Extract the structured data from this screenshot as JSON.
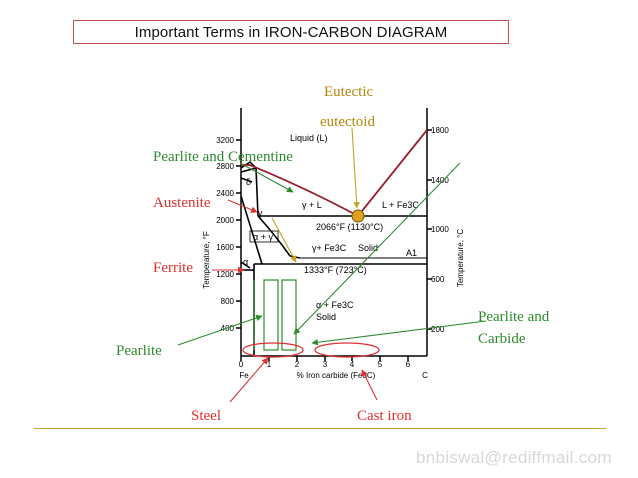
{
  "slide": {
    "title": "Important Terms in IRON-CARBON DIAGRAM",
    "email": "bnbiswal@rediffmail.com"
  },
  "colors": {
    "title_border": "#c0504d",
    "eutectic": "#b8860b",
    "pearlite_cementite": "#2e8b2e",
    "austenite": "#e03030",
    "ferrite": "#e03030",
    "pearlite": "#2e8b2e",
    "pearlite_carbide": "#2e8b2e",
    "steel": "#e03030",
    "cast_iron": "#e03030",
    "eutectic_point": "#e0a020",
    "liquidus_line": "#9b1c2c",
    "footer_rule": "#c9a227",
    "email": "#d8d8d8"
  },
  "annotations": {
    "eutectic": "Eutectic",
    "eutectoid": "eutectoid",
    "pearlite_cementite": "Pearlite and  Cementine",
    "austenite": "Austenite",
    "ferrite": "Ferrite",
    "pearlite": "Pearlite",
    "pearlite_carbide_1": "Pearlite and",
    "pearlite_carbide_2": "Carbide",
    "steel": "Steel",
    "cast_iron": "Cast iron"
  },
  "diagram": {
    "y_left_label": "Temperature, °F",
    "y_right_label": "Temperature, °C",
    "x_label": "% Iron carbide (Fe3C)",
    "x_left_end": "Fe",
    "x_right_end": "C",
    "left_ticks": [
      "3200",
      "2800",
      "2400",
      "2000",
      "1600",
      "1200",
      "800",
      "400"
    ],
    "right_ticks": [
      "1800",
      "1400",
      "1000",
      "600",
      "200"
    ],
    "x_ticks": [
      "0",
      "1",
      "2",
      "3",
      "4",
      "5",
      "6"
    ],
    "regions": {
      "liquid": "Liquid (L)",
      "gamma_l": "γ + L",
      "l_fe3c": "L + Fe3C",
      "delta": "δ",
      "gamma": "γ",
      "alpha_gamma": "α + γ",
      "alpha": "α",
      "gamma_fe3c": "γ+ Fe3C",
      "solid_upper": "Solid",
      "a1": "A1",
      "alpha_fe3c": "α + Fe3C",
      "solid_lower": "Solid"
    },
    "annotations": {
      "eutectic_temp": "2066°F (1130°C)",
      "eutectoid_temp": "1333°F (723°C)"
    }
  }
}
